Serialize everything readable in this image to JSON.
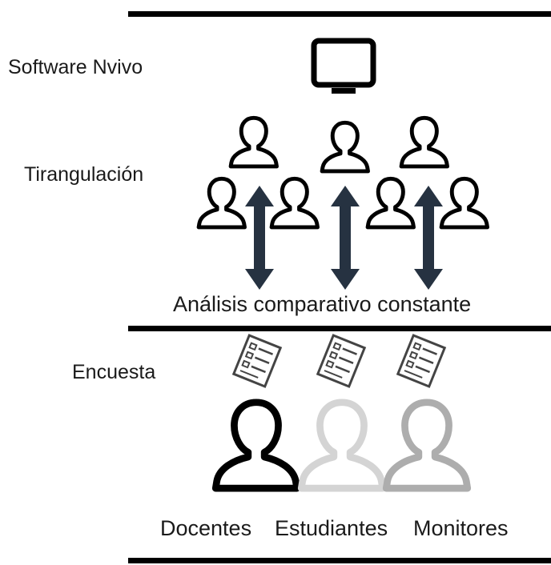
{
  "labels": {
    "software": "Software Nvivo",
    "triangulation": "Tirangulación",
    "analysis": "Análisis comparativo constante",
    "survey": "Encuesta"
  },
  "groups": [
    "Docentes",
    "Estudiantes",
    "Monitores"
  ],
  "colors": {
    "line": "#000000",
    "arrow": "#263241",
    "docentes": "#000000",
    "estudiantes": "#d4d4d4",
    "monitores": "#adadad",
    "survey_icon": "#444444"
  },
  "icons": [
    "monitor-icon",
    "person-icon",
    "double-arrow-icon",
    "survey-document-icon"
  ]
}
